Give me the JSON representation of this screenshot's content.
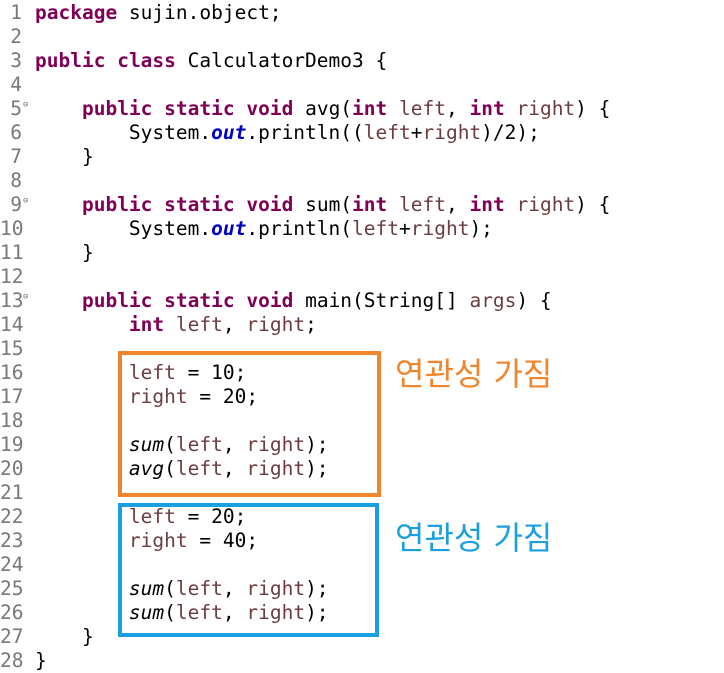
{
  "editor": {
    "lines": [
      {
        "no": "1",
        "fold": "",
        "segs": [
          {
            "t": "package",
            "c": "kw"
          },
          {
            "t": " sujin.object;"
          }
        ]
      },
      {
        "no": "2",
        "fold": "",
        "segs": []
      },
      {
        "no": "3",
        "fold": "",
        "segs": [
          {
            "t": "public",
            "c": "kw"
          },
          {
            "t": " "
          },
          {
            "t": "class",
            "c": "kw"
          },
          {
            "t": " CalculatorDemo3 {"
          }
        ]
      },
      {
        "no": "4",
        "fold": "",
        "segs": []
      },
      {
        "no": "5",
        "fold": "⊖",
        "segs": [
          {
            "t": "    "
          },
          {
            "t": "public",
            "c": "kw"
          },
          {
            "t": " "
          },
          {
            "t": "static",
            "c": "kw"
          },
          {
            "t": " "
          },
          {
            "t": "void",
            "c": "kw"
          },
          {
            "t": " avg("
          },
          {
            "t": "int",
            "c": "kw"
          },
          {
            "t": " "
          },
          {
            "t": "left",
            "c": "var"
          },
          {
            "t": ", "
          },
          {
            "t": "int",
            "c": "kw"
          },
          {
            "t": " "
          },
          {
            "t": "right",
            "c": "var"
          },
          {
            "t": ") {"
          }
        ]
      },
      {
        "no": "6",
        "fold": "",
        "segs": [
          {
            "t": "        System."
          },
          {
            "t": "out",
            "c": "fld"
          },
          {
            "t": ".println(("
          },
          {
            "t": "left",
            "c": "var"
          },
          {
            "t": "+"
          },
          {
            "t": "right",
            "c": "var"
          },
          {
            "t": ")/2);"
          }
        ]
      },
      {
        "no": "7",
        "fold": "",
        "segs": [
          {
            "t": "    }"
          }
        ]
      },
      {
        "no": "8",
        "fold": "",
        "segs": []
      },
      {
        "no": "9",
        "fold": "⊖",
        "segs": [
          {
            "t": "    "
          },
          {
            "t": "public",
            "c": "kw"
          },
          {
            "t": " "
          },
          {
            "t": "static",
            "c": "kw"
          },
          {
            "t": " "
          },
          {
            "t": "void",
            "c": "kw"
          },
          {
            "t": " sum("
          },
          {
            "t": "int",
            "c": "kw"
          },
          {
            "t": " "
          },
          {
            "t": "left",
            "c": "var"
          },
          {
            "t": ", "
          },
          {
            "t": "int",
            "c": "kw"
          },
          {
            "t": " "
          },
          {
            "t": "right",
            "c": "var"
          },
          {
            "t": ") {"
          }
        ]
      },
      {
        "no": "10",
        "fold": "",
        "segs": [
          {
            "t": "        System."
          },
          {
            "t": "out",
            "c": "fld"
          },
          {
            "t": ".println("
          },
          {
            "t": "left",
            "c": "var"
          },
          {
            "t": "+"
          },
          {
            "t": "right",
            "c": "var"
          },
          {
            "t": ");"
          }
        ]
      },
      {
        "no": "11",
        "fold": "",
        "segs": [
          {
            "t": "    }"
          }
        ]
      },
      {
        "no": "12",
        "fold": "",
        "segs": []
      },
      {
        "no": "13",
        "fold": "⊖",
        "segs": [
          {
            "t": "    "
          },
          {
            "t": "public",
            "c": "kw"
          },
          {
            "t": " "
          },
          {
            "t": "static",
            "c": "kw"
          },
          {
            "t": " "
          },
          {
            "t": "void",
            "c": "kw"
          },
          {
            "t": " main(String[] "
          },
          {
            "t": "args",
            "c": "var"
          },
          {
            "t": ") {"
          }
        ]
      },
      {
        "no": "14",
        "fold": "",
        "segs": [
          {
            "t": "        "
          },
          {
            "t": "int",
            "c": "kw"
          },
          {
            "t": " "
          },
          {
            "t": "left",
            "c": "var"
          },
          {
            "t": ", "
          },
          {
            "t": "right",
            "c": "var"
          },
          {
            "t": ";"
          }
        ]
      },
      {
        "no": "15",
        "fold": "",
        "segs": []
      },
      {
        "no": "16",
        "fold": "",
        "segs": [
          {
            "t": "        "
          },
          {
            "t": "left",
            "c": "var"
          },
          {
            "t": " = 10;"
          }
        ]
      },
      {
        "no": "17",
        "fold": "",
        "segs": [
          {
            "t": "        "
          },
          {
            "t": "right",
            "c": "var"
          },
          {
            "t": " = 20;"
          }
        ]
      },
      {
        "no": "18",
        "fold": "",
        "segs": []
      },
      {
        "no": "19",
        "fold": "",
        "segs": [
          {
            "t": "        "
          },
          {
            "t": "sum",
            "c": "it"
          },
          {
            "t": "("
          },
          {
            "t": "left",
            "c": "var"
          },
          {
            "t": ", "
          },
          {
            "t": "right",
            "c": "var"
          },
          {
            "t": ");"
          }
        ]
      },
      {
        "no": "20",
        "fold": "",
        "segs": [
          {
            "t": "        "
          },
          {
            "t": "avg",
            "c": "it"
          },
          {
            "t": "("
          },
          {
            "t": "left",
            "c": "var"
          },
          {
            "t": ", "
          },
          {
            "t": "right",
            "c": "var"
          },
          {
            "t": ");"
          }
        ]
      },
      {
        "no": "21",
        "fold": "",
        "segs": []
      },
      {
        "no": "22",
        "fold": "",
        "segs": [
          {
            "t": "        "
          },
          {
            "t": "left",
            "c": "var"
          },
          {
            "t": " = 20;"
          }
        ]
      },
      {
        "no": "23",
        "fold": "",
        "segs": [
          {
            "t": "        "
          },
          {
            "t": "right",
            "c": "var"
          },
          {
            "t": " = 40;"
          }
        ]
      },
      {
        "no": "24",
        "fold": "",
        "segs": []
      },
      {
        "no": "25",
        "fold": "",
        "segs": [
          {
            "t": "        "
          },
          {
            "t": "sum",
            "c": "it"
          },
          {
            "t": "("
          },
          {
            "t": "left",
            "c": "var"
          },
          {
            "t": ", "
          },
          {
            "t": "right",
            "c": "var"
          },
          {
            "t": ");"
          }
        ]
      },
      {
        "no": "26",
        "fold": "",
        "segs": [
          {
            "t": "        "
          },
          {
            "t": "sum",
            "c": "it"
          },
          {
            "t": "("
          },
          {
            "t": "left",
            "c": "var"
          },
          {
            "t": ", "
          },
          {
            "t": "right",
            "c": "var"
          },
          {
            "t": ");"
          }
        ]
      },
      {
        "no": "27",
        "fold": "",
        "segs": [
          {
            "t": "    }"
          }
        ]
      },
      {
        "no": "28",
        "fold": "",
        "segs": [
          {
            "t": "}"
          }
        ]
      }
    ]
  },
  "annotations": {
    "orange": {
      "text": "연관성 가짐",
      "color": "#f0852d"
    },
    "blue": {
      "text": "연관성 가짐",
      "color": "#1a9fe0"
    }
  }
}
